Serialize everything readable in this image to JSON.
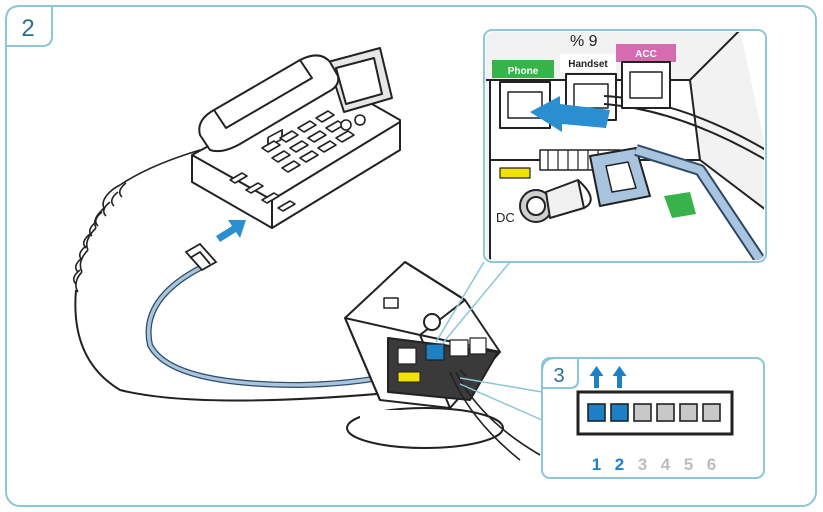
{
  "steps": {
    "main": "2",
    "dip": "3"
  },
  "ports": {
    "phone": "Phone",
    "handset": "Handset",
    "acc": "ACC",
    "dc": "DC",
    "partial_label": "% 9"
  },
  "dip_switch": {
    "labels": [
      "1",
      "2",
      "3",
      "4",
      "5",
      "6"
    ],
    "states": [
      "up",
      "up",
      "down",
      "down",
      "down",
      "down"
    ]
  },
  "colors": {
    "frame": "#8cc6d8",
    "switch_on": "#1d7fc4",
    "switch_off": "#c8c8c8",
    "label_on": "#1d7fc4",
    "label_off": "#bdbdbd",
    "arrow": "#2a8fd0",
    "cable_blue": "#a8c4de",
    "phone_tag": "#37b34a",
    "acc_tag": "#d66bb0",
    "dc_tag": "#f2e200"
  }
}
